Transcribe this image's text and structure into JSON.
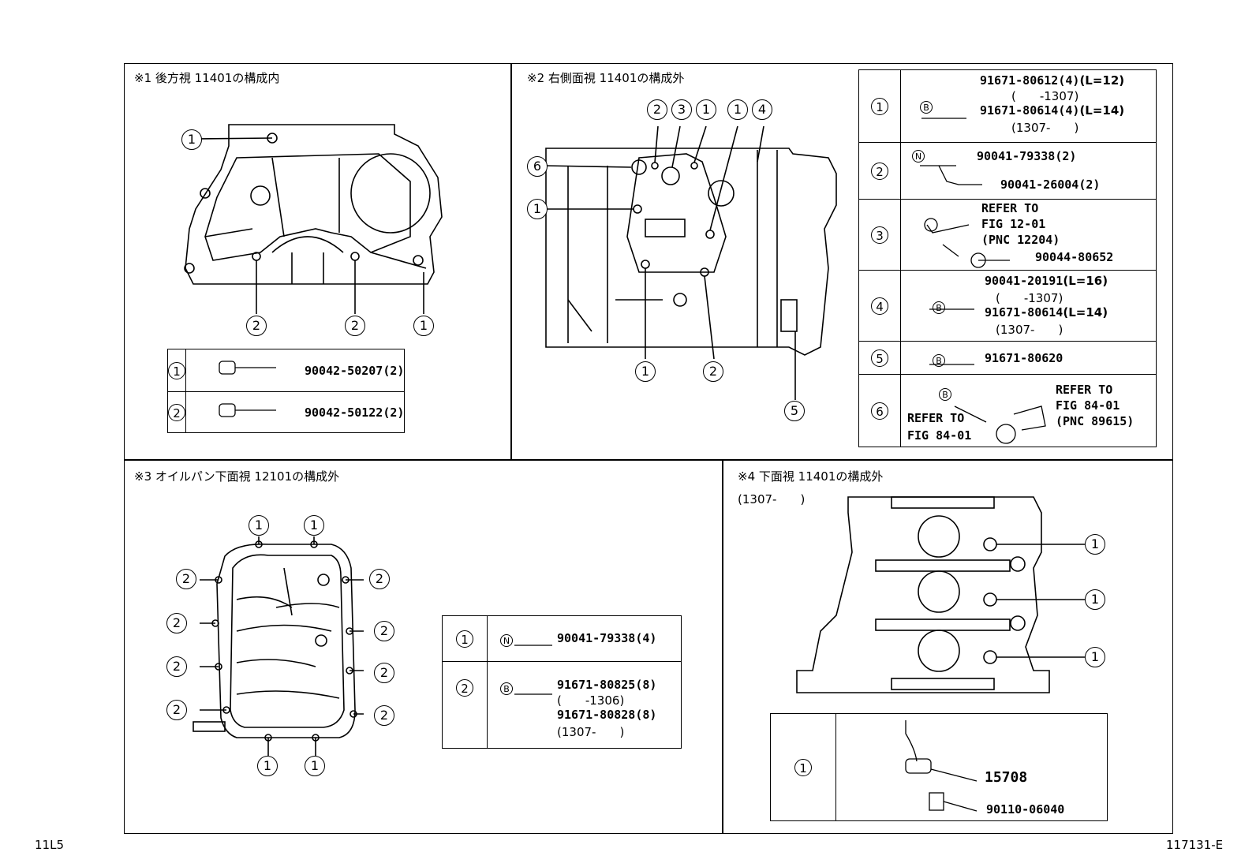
{
  "panels": {
    "p1": {
      "title": "※1 後方視 11401の構成内"
    },
    "p2": {
      "title": "※2 右側面視 11401の構成外"
    },
    "p3": {
      "title": "※3 オイルパン下面視 12101の構成外"
    },
    "p4": {
      "title": "※4 下面視 11401の構成外",
      "subtitle": "(1307-　　)"
    }
  },
  "legend1": [
    {
      "num": "1",
      "part": "90042-50207(2)"
    },
    {
      "num": "2",
      "part": "90042-50122(2)"
    }
  ],
  "legend2": {
    "r1": {
      "num": "1",
      "mark": "B",
      "a": "91671-80612(4)",
      "a_len": "(L=12)",
      "a_range": "(　　-1307)",
      "b": "91671-80614(4)",
      "b_len": "(L=14)",
      "b_range": "(1307-　　)"
    },
    "r2": {
      "num": "2",
      "mark": "N",
      "a": "90041-79338(2)",
      "b": "90041-26004(2)"
    },
    "r3": {
      "num": "3",
      "ref1": "REFER TO",
      "ref2": "FIG 12-01",
      "ref3": "(PNC 12204)",
      "part": "90044-80652"
    },
    "r4": {
      "num": "4",
      "mark": "B",
      "a": "90041-20191",
      "a_len": "(L=16)",
      "a_range": "(　　-1307)",
      "b": "91671-80614",
      "b_len": "(L=14)",
      "b_range": "(1307-　　)"
    },
    "r5": {
      "num": "5",
      "mark": "B",
      "part": "91671-80620"
    },
    "r6": {
      "num": "6",
      "mark": "B",
      "refL1": "REFER TO",
      "refL2": "FIG 84-01",
      "refR1": "REFER TO",
      "refR2": "FIG 84-01",
      "refR3": "(PNC 89615)"
    }
  },
  "legend3": {
    "r1": {
      "num": "1",
      "mark": "N",
      "part": "90041-79338(4)"
    },
    "r2": {
      "num": "2",
      "mark": "B",
      "a": "91671-80825(8)",
      "a_range": "(　　-1306)",
      "b": "91671-80828(8)",
      "b_range": "(1307-　　)"
    }
  },
  "legend4": {
    "num": "1",
    "a": "15708",
    "b": "90110-06040"
  },
  "callouts": {
    "c1": "1",
    "c2": "2",
    "c3": "3",
    "c4": "4",
    "c5": "5",
    "c6": "6"
  },
  "footer": {
    "left": "11L5",
    "right": "117131-E"
  }
}
